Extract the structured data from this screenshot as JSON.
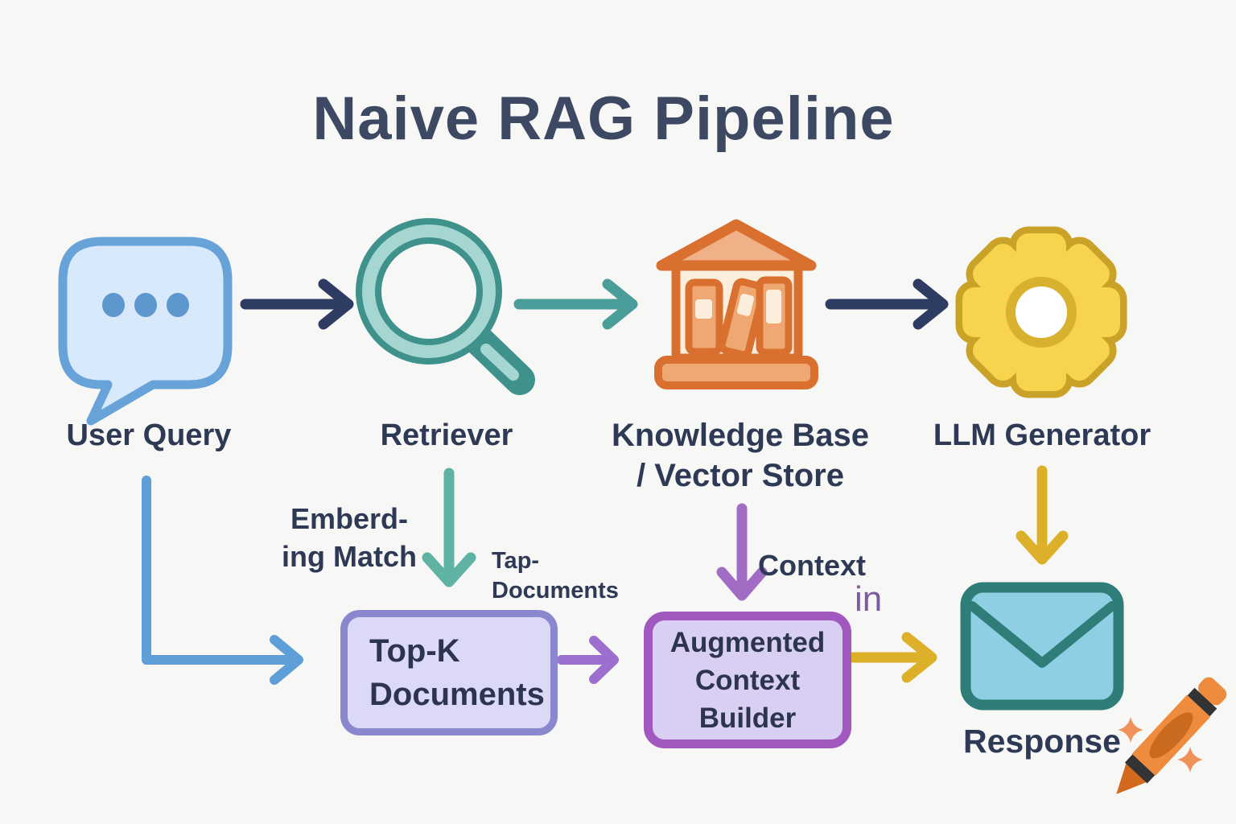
{
  "title": "Naive RAG Pipeline",
  "nodes": [
    {
      "id": "user-query",
      "label": "User Query",
      "icon": "chat-bubble-icon"
    },
    {
      "id": "retriever",
      "label": "Retriever",
      "icon": "magnifier-icon"
    },
    {
      "id": "knowledge-base",
      "label_line1": "Knowledge Base",
      "label_line2": "/ Vector Store",
      "icon": "library-building-icon"
    },
    {
      "id": "llm-generator",
      "label": "LLM Generator",
      "icon": "gear-icon"
    },
    {
      "id": "response",
      "label": "Response",
      "icon": "envelope-icon"
    }
  ],
  "boxes": {
    "topk": {
      "lines": [
        "Top-K",
        "Documents"
      ]
    },
    "augmented": {
      "lines": [
        "Augmented",
        "Context",
        "Builder"
      ]
    }
  },
  "edge_labels": {
    "embedding_line1": "Emberd-",
    "embedding_line2": "ing Match",
    "top_docs_line1": "Tap-",
    "top_docs_line2": "Documents",
    "context": "Context",
    "in": "in"
  },
  "colors": {
    "background": "#f7f7f5",
    "title_text": "#3d4862",
    "label_text": "#2e3a55",
    "navy_arrow": "#2e3c63",
    "teal_arrow": "#4a9e99",
    "teal_down_arrow": "#5fb3a4",
    "blue_arrow": "#5d9fd6",
    "purple_arrow": "#9a6fcf",
    "kb_purple_arrow": "#a06cc4",
    "yellow_arrow": "#ddb02a",
    "in_text_purple": "#7d5b9e",
    "chat_fill": "#d7e9fb",
    "chat_stroke": "#67a2d9",
    "magnifier_teal": "#3f918c",
    "magnifier_light": "#a5d6d2",
    "library_orange": "#d9702f",
    "library_book": "#f0a873",
    "library_cream": "#fbeedd",
    "gear_yellow": "#f6d44d",
    "gear_outline": "#c9a227",
    "envelope_stroke": "#2e7d79",
    "envelope_fill": "#8ecfe3",
    "topk_fill": "#dcd9f8",
    "topk_border": "#8a87cf",
    "acb_fill": "#d8cff2",
    "acb_border": "#a158bf",
    "crayon_orange": "#ef8b3c",
    "crayon_dark_orange": "#c96a1f",
    "crayon_tip": "#d2691e"
  }
}
